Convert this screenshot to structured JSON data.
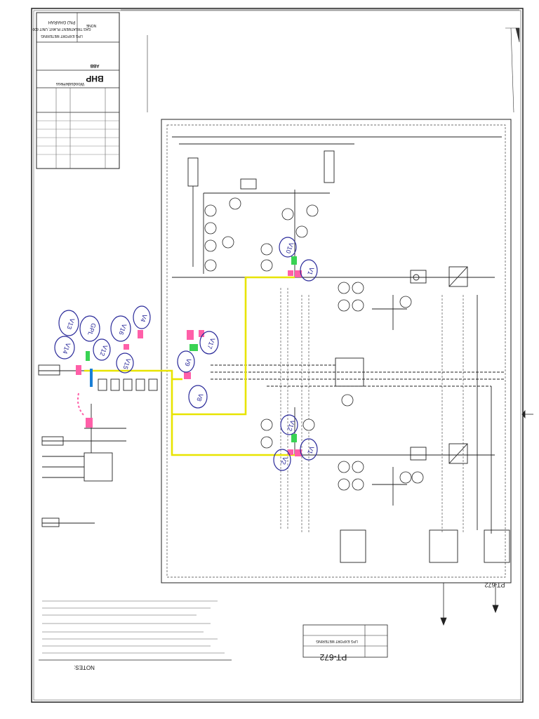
{
  "drawing": {
    "number": "PT-672",
    "border_number": "PT-672",
    "client": "BHP",
    "contractor": "ABB",
    "contractor2": "WoodsideHess",
    "title_lines": [
      "PNJ GHARAH",
      "GAS TREATMENT PLANT, UNIT 600",
      "LPG EXPORT METERING"
    ],
    "title_block_note": "NONE",
    "notes_heading": "NOTES:",
    "bottom_block_title": "LPG EXPORT METERING"
  },
  "valve_tags": [
    {
      "label": "V13"
    },
    {
      "label": "V14"
    },
    {
      "label": "GPL"
    },
    {
      "label": "V16"
    },
    {
      "label": "V15"
    },
    {
      "label": "V12"
    },
    {
      "label": "V17"
    },
    {
      "label": "V4"
    },
    {
      "label": "V9"
    },
    {
      "label": "V8"
    },
    {
      "label": "V10"
    },
    {
      "label": "V1"
    },
    {
      "label": "V12"
    },
    {
      "label": "V2"
    },
    {
      "label": "V1"
    }
  ],
  "highlight_colors": {
    "yellow_line": "#e8e400",
    "pink": "#ff5fa8",
    "green": "#39d353",
    "blue": "#1a7fd6",
    "ink": "#1a1a1a",
    "tag_ink": "#2a2a9a"
  }
}
